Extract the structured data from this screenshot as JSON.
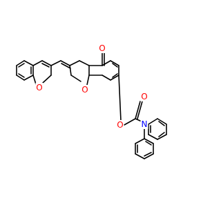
{
  "colors": {
    "background": "#ffffff",
    "bond": "#000000",
    "oxygen": "#ff0000",
    "nitrogen": "#0000ff"
  },
  "atoms": {
    "ketone_o": "O",
    "furan_o": "O",
    "pyran_o": "O",
    "ester_o": "O",
    "carbonyl_o": "O",
    "amide_n": "N"
  }
}
